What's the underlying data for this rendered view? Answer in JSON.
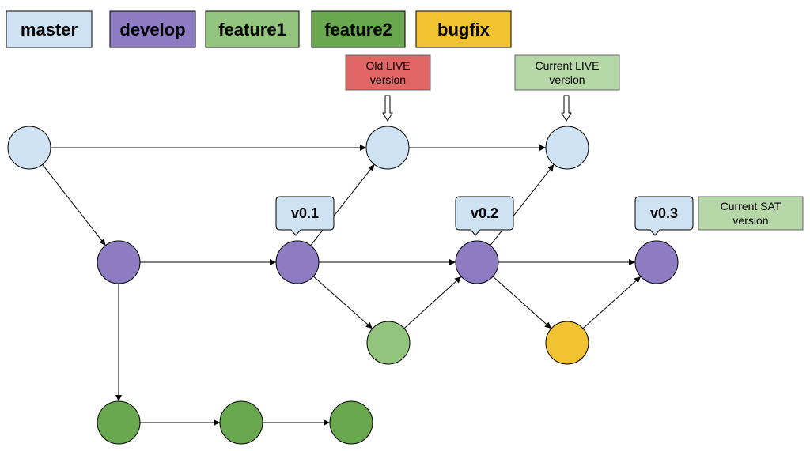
{
  "colors": {
    "master": "#cfe2f3",
    "develop": "#8e7cc3",
    "feature1": "#93c47d",
    "feature2": "#6aa84f",
    "bugfix": "#f1c232",
    "old_live": "#e06666",
    "current_live": "#b6d7a8",
    "current_sat": "#b6d7a8",
    "tag": "#cfe2f3"
  },
  "legend": [
    {
      "id": "master",
      "label": "master"
    },
    {
      "id": "develop",
      "label": "develop"
    },
    {
      "id": "feature1",
      "label": "feature1"
    },
    {
      "id": "feature2",
      "label": "feature2"
    },
    {
      "id": "bugfix",
      "label": "bugfix"
    }
  ],
  "tags": [
    {
      "id": "t01",
      "label": "v0.1"
    },
    {
      "id": "t02",
      "label": "v0.2"
    },
    {
      "id": "t03",
      "label": "v0.3"
    }
  ],
  "notes": [
    {
      "id": "old_live",
      "lines": [
        "Old LIVE",
        "version"
      ]
    },
    {
      "id": "current_live",
      "lines": [
        "Current LIVE",
        "version"
      ]
    },
    {
      "id": "current_sat",
      "lines": [
        "Current SAT",
        "version"
      ]
    }
  ],
  "nodes": [
    {
      "id": "m1",
      "branch": "master"
    },
    {
      "id": "m2",
      "branch": "master"
    },
    {
      "id": "m3",
      "branch": "master"
    },
    {
      "id": "d1",
      "branch": "develop"
    },
    {
      "id": "d2",
      "branch": "develop"
    },
    {
      "id": "d3",
      "branch": "develop"
    },
    {
      "id": "d4",
      "branch": "develop"
    },
    {
      "id": "f1",
      "branch": "feature1"
    },
    {
      "id": "b1",
      "branch": "bugfix"
    },
    {
      "id": "g1",
      "branch": "feature2"
    },
    {
      "id": "g2",
      "branch": "feature2"
    },
    {
      "id": "g3",
      "branch": "feature2"
    }
  ],
  "edges": [
    {
      "from": "m1",
      "to": "m2"
    },
    {
      "from": "m2",
      "to": "m3"
    },
    {
      "from": "m1",
      "to": "d1"
    },
    {
      "from": "d1",
      "to": "d2"
    },
    {
      "from": "d2",
      "to": "d3"
    },
    {
      "from": "d3",
      "to": "d4"
    },
    {
      "from": "d2",
      "to": "m2"
    },
    {
      "from": "d3",
      "to": "m3"
    },
    {
      "from": "d2",
      "to": "f1"
    },
    {
      "from": "f1",
      "to": "d3"
    },
    {
      "from": "d3",
      "to": "b1"
    },
    {
      "from": "b1",
      "to": "d4"
    },
    {
      "from": "d1",
      "to": "g1"
    },
    {
      "from": "g1",
      "to": "g2"
    },
    {
      "from": "g2",
      "to": "g3"
    }
  ]
}
